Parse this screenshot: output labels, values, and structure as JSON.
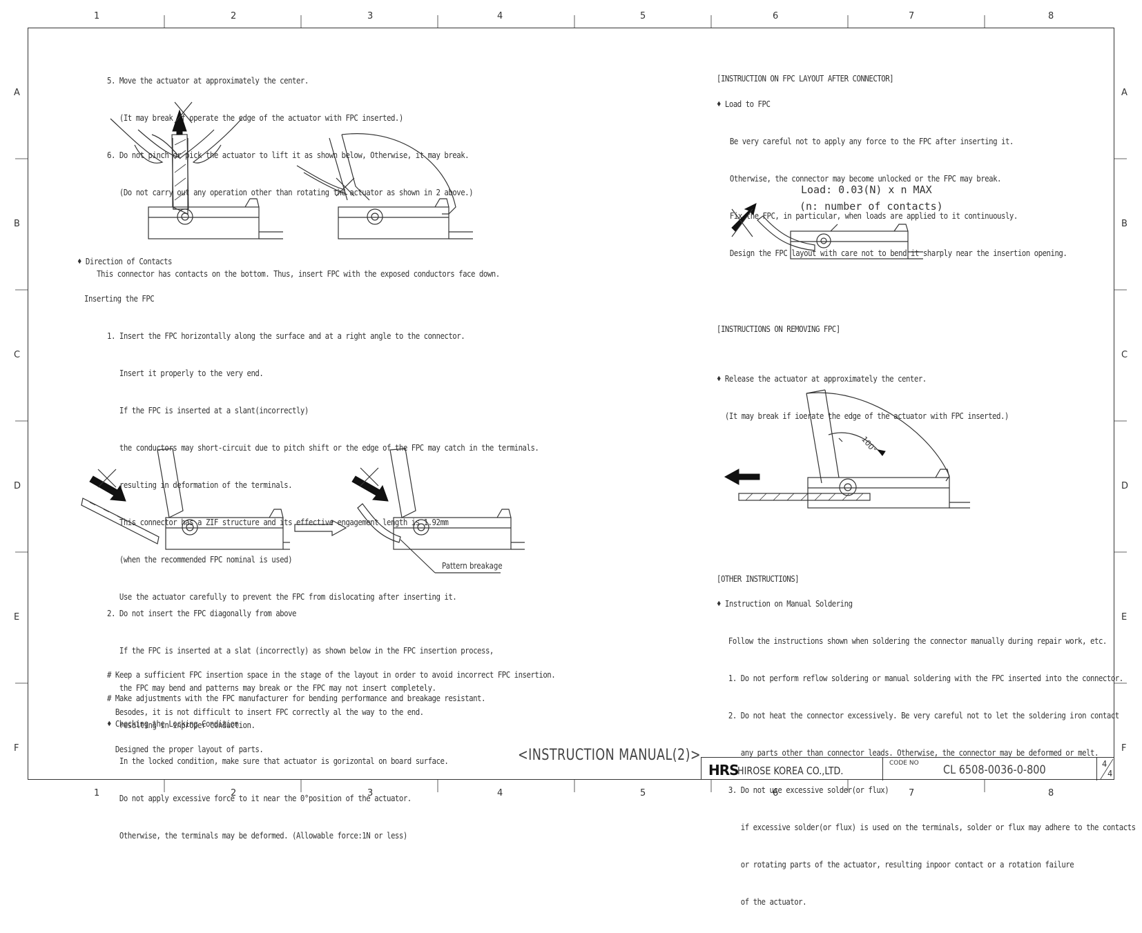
{
  "zones": {
    "columns": [
      "1",
      "2",
      "3",
      "4",
      "5",
      "6",
      "7",
      "8"
    ],
    "rows": [
      "A",
      "B",
      "C",
      "D",
      "E",
      "F"
    ]
  },
  "left": {
    "actuator_notes": [
      "5. Move the actuator at approximately the center.",
      "   (It may break if operate the edge of the actuator with FPC inserted.)",
      "6. Do not pinch or pick the actuator to lift it as shown below, Otherwise, it may break.",
      "   (Do not carry out any operation other than rotating the actuator as shown in 2 above.)"
    ],
    "contacts_heading": "♦ Direction of Contacts",
    "contacts_text": "This connector has contacts on the bottom. Thus, insert FPC with the exposed conductors face down.",
    "inserting_heading": "Inserting the FPC",
    "inserting_lines": [
      "1. Insert the FPC horizontally along the surface and at a right angle to the connector.",
      "   Insert it properly to the very end.",
      "   If the FPC is inserted at a slant(incorrectly)",
      "   the conductors may short-circuit due to pitch shift or the edge of the FPC may catch in the terminals.",
      "   resulting in deformation of the terminals.",
      "   This connector has a ZIF structure and its effective engagement length is 1.92mm",
      "   (when the recommended FPC nominal is used)",
      "   Use the actuator carefully to prevent the FPC from dislocating after inserting it."
    ],
    "pattern_breakage_label": "Pattern breakage",
    "diagonal_lines": [
      "2. Do not insert the FPC diagonally from above",
      "   If the FPC is inserted at a slat (incorrectly) as shown below in the FPC insertion process,",
      "   the FPC may bend and patterns may break or the FPC may not insert completely.",
      "   resulting in inproper conduction."
    ],
    "space_lines": [
      "# Keep a sufficient FPC insertion space in the stage of the layout in order to avoid incorrect FPC insertion.",
      "  Besodes, it is not difficult to insert FPC correctly al the way to the end.",
      "  Designed the proper layout of parts."
    ],
    "adjust_line": "# Make adjustments with the FPC manufacturer for bending performance and breakage resistant.",
    "locking_heading": "♦ Checking the Locking Condition",
    "locking_lines": [
      "   In the locked condition, make sure that actuator is gorizontal on board surface.",
      "   Do not apply excessive force to it near the 0°position of the actuator.",
      "   Otherwise, the terminals may be deformed. (Allowable force:1N or less)"
    ]
  },
  "right": {
    "fpc_layout_heading": "[INSTRUCTION ON FPC LAYOUT AFTER CONNECTOR]",
    "load_heading": "♦ Load to FPC",
    "load_lines": [
      "  Be very careful not to apply any force to the FPC after inserting it.",
      "  Otherwise, the connector may become unlocked or the FPC may break.",
      "  Fix the FPC, in particular, when loads are applied to it continuously.",
      "  Design the FPC layout with care not to bend it sharply near the insertion opening."
    ],
    "load_formula": "Load: 0.03(N) x n MAX",
    "load_formula_note": "(n: number of contacts)",
    "removing_heading": "[INSTRUCTIONS ON REMOVING FPC]",
    "release_lines": [
      "♦ Release the actuator at approximately the center.",
      "  (It may break if ioerate the edge of the actuator with FPC inserted.)"
    ],
    "angle_label": "100°",
    "other_heading": "[OTHER INSTRUCTIONS]",
    "soldering_heading": "♦ Instruction on Manual Soldering",
    "soldering_lines": [
      "  Follow the instructions shown when soldering the connector manually during repair work, etc.",
      "  1. Do not perform reflow soldering or manual soldering with the FPC inserted into the connector.",
      "  2. Do not heat the connector excessively. Be very careful not to let the soldering iron contact",
      "     any parts other than connector leads. Otherwise, the connector may be deformed or melt.",
      "  3. Do not use excessive solder(or flux)",
      "     if excessive solder(or flux) is used on the terminals, solder or flux may adhere to the contacts",
      "     or rotating parts of the actuator, resulting inpoor contact or a rotation failure",
      "     of the actuator."
    ]
  },
  "footer": {
    "manual_title": "<INSTRUCTION MANUAL(2)>",
    "logo": "HRS",
    "company": "HIROSE KOREA CO.,LTD.",
    "code_label": "CODE NO",
    "code": "CL 6508-0036-0-800",
    "page": "4",
    "page_total": "4"
  }
}
